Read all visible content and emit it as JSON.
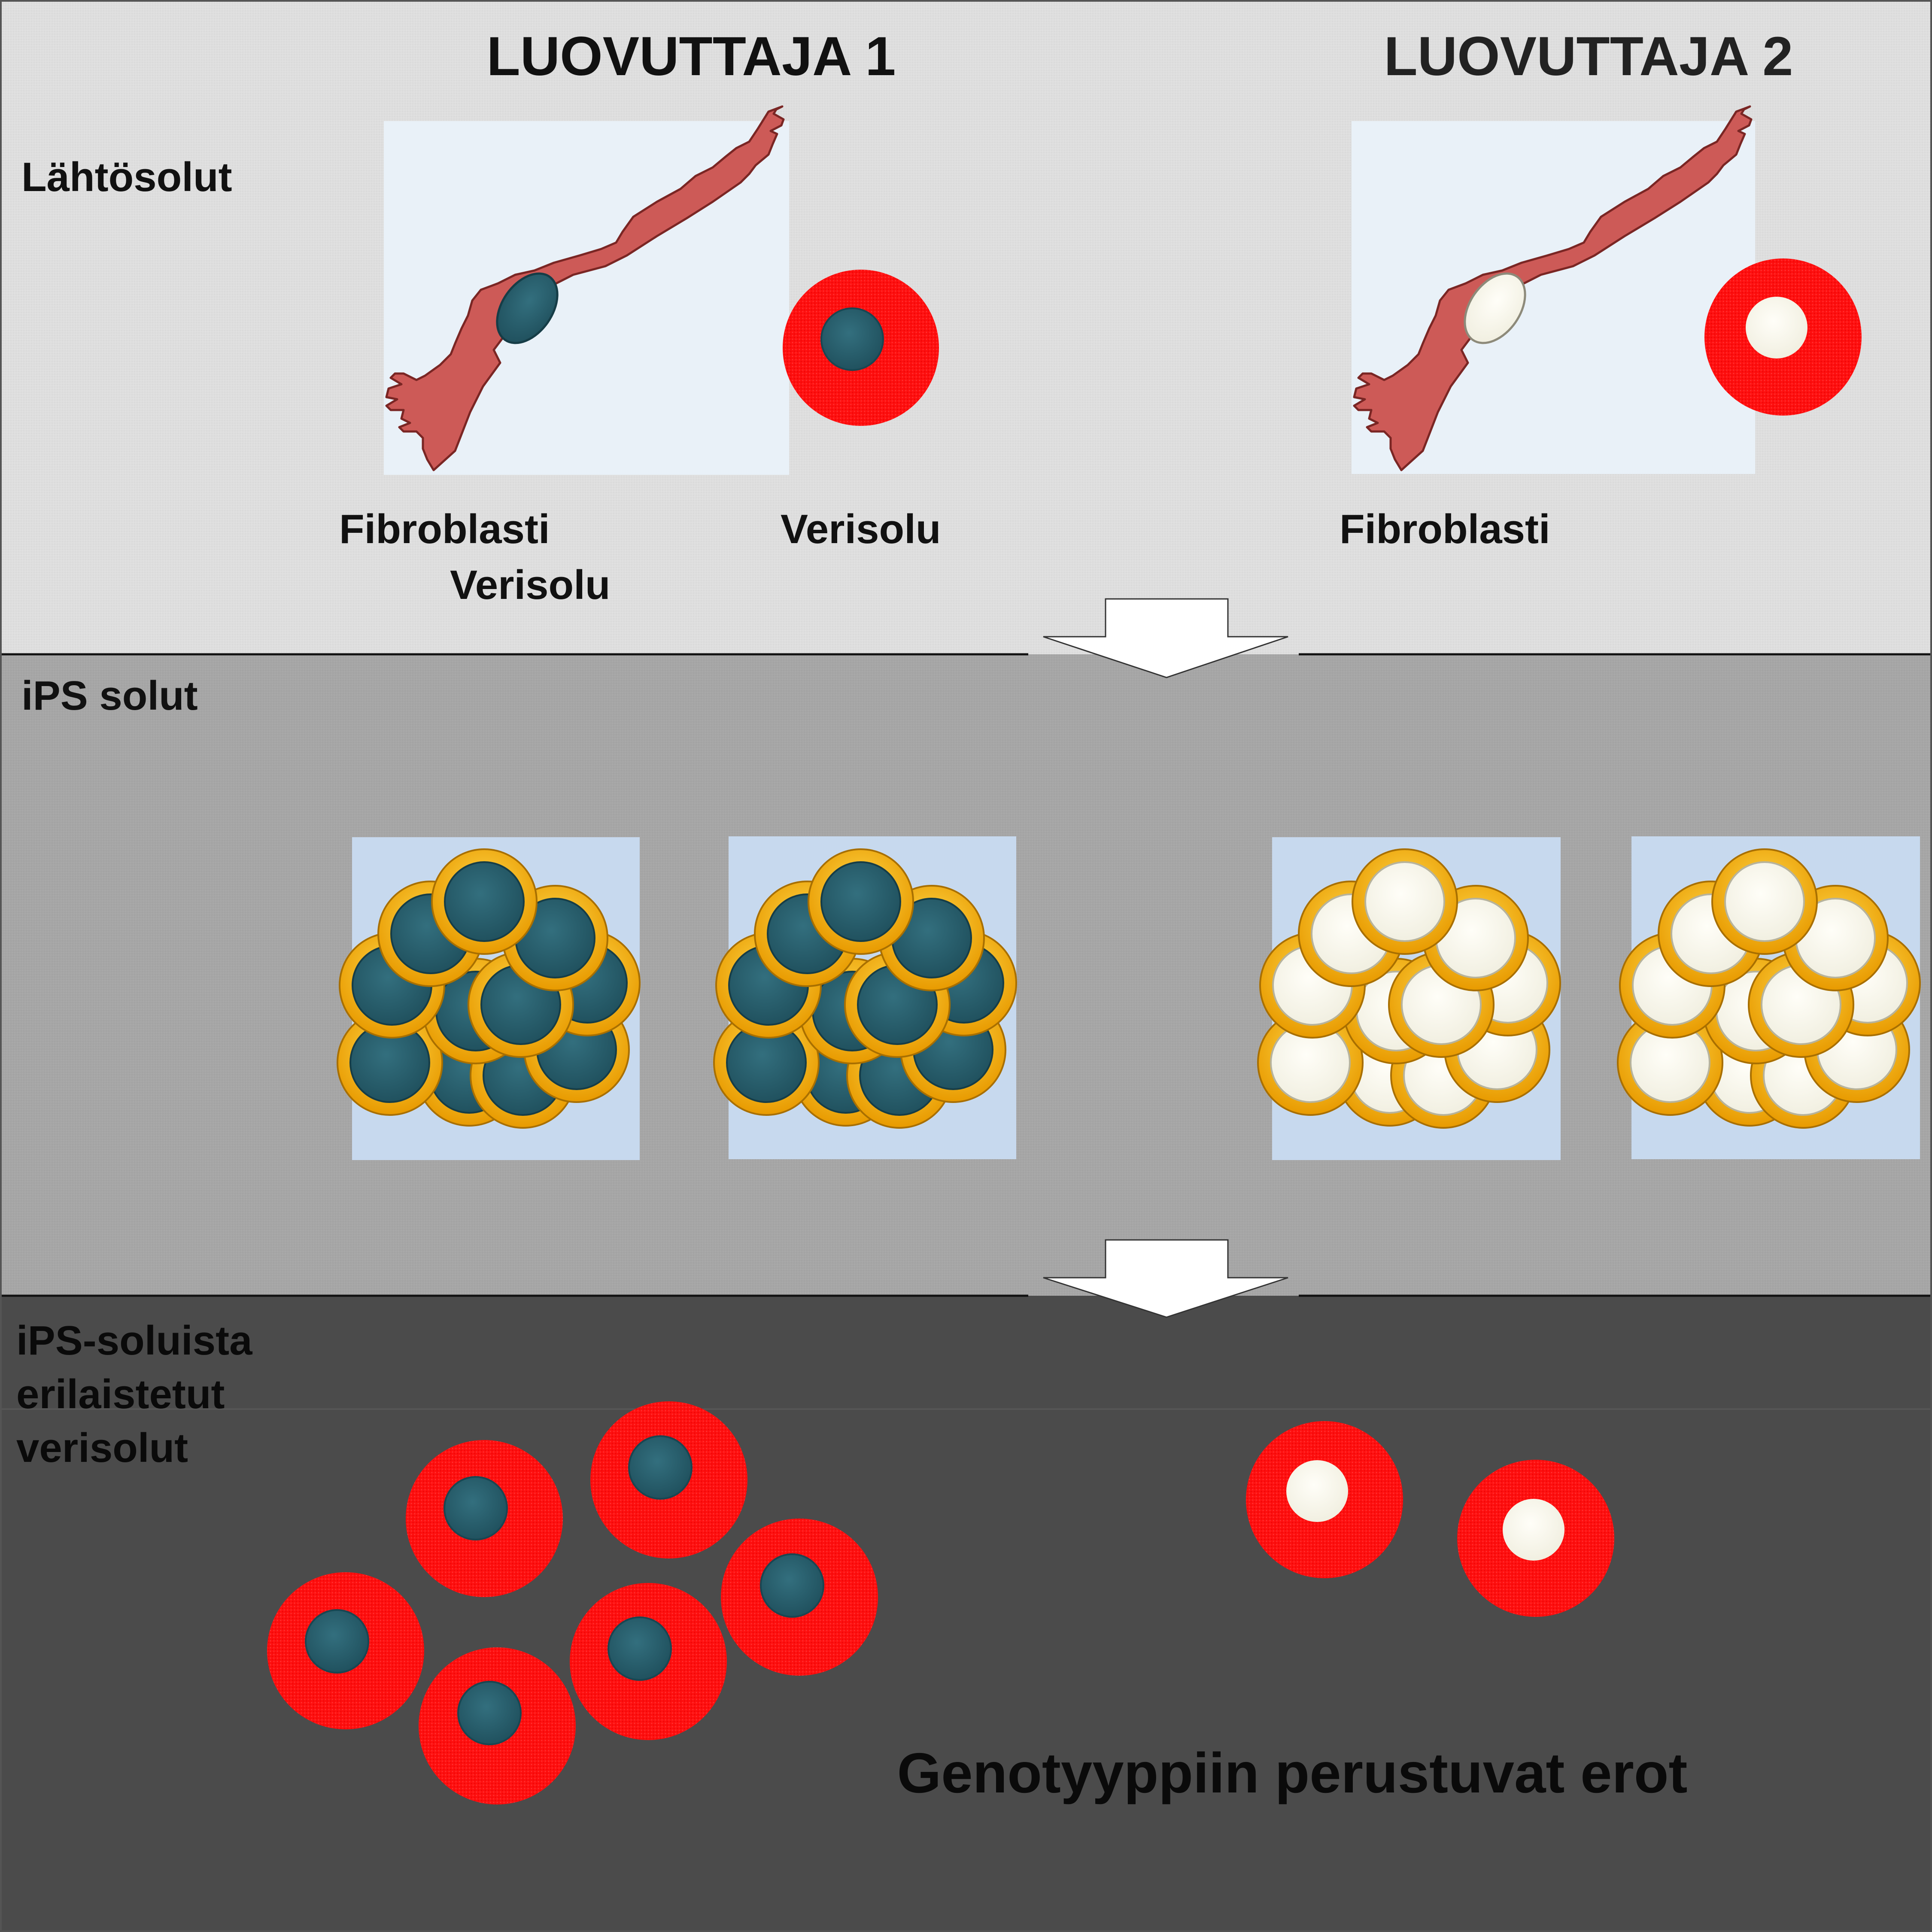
{
  "headers": {
    "donor1": "LUOVUTTAJA 1",
    "donor2": "LUOVUTTAJA 2"
  },
  "rows": {
    "starting_cells": "Lähtösolut",
    "ips_cells": "iPS solut",
    "differentiated": [
      "iPS-soluista",
      "erilaistetut",
      "verisolut"
    ]
  },
  "cell_labels": {
    "d1_fibroblast": "Fibroblasti",
    "d1_bloodcell_lower": "Verisolu",
    "d1_bloodcell_right": "Verisolu",
    "d2_fibroblast": "Fibroblasti"
  },
  "conclusion": "Genotyyppiin perustuvat erot",
  "colors": {
    "top_band": "#dedede",
    "middle_band": "#a6a6a6",
    "bottom_band": "#4b4b4b",
    "fibroblast": "#cd5a57",
    "donor1_nucleus": "#2a5e6c",
    "donor2_nucleus": "#eae8de",
    "blood_cell": "#ff1313",
    "ips_ring": "#f5b216",
    "ips_panel": "#c7d9ee",
    "fibroblast_panel": "#e9f1f8"
  }
}
